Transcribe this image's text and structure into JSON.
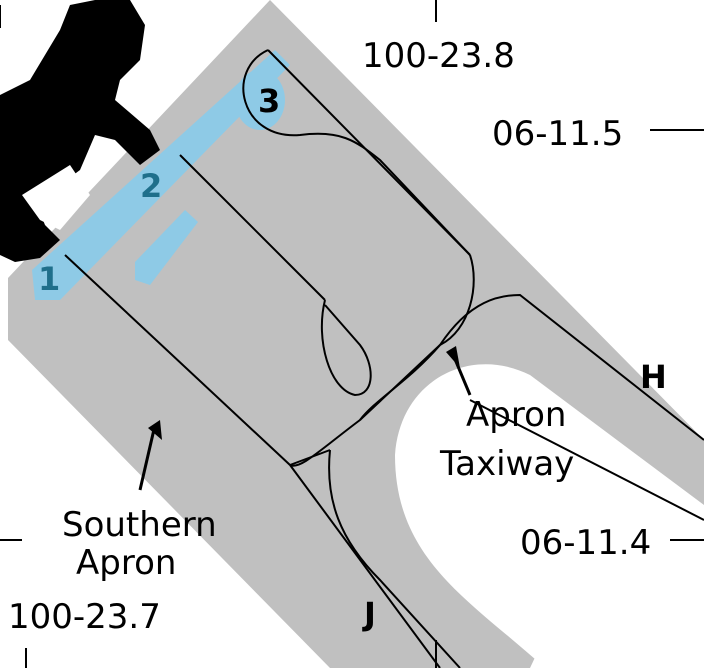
{
  "coordinates": {
    "lon_top": "100-23.8",
    "lat_upper": "06-11.5",
    "lat_lower": "06-11.4",
    "lon_bottom": "100-23.7"
  },
  "labels": {
    "southern_apron_line1": "Southern",
    "southern_apron_line2": "Apron",
    "apron_taxiway_line1": "Apron",
    "apron_taxiway_line2": "Taxiway"
  },
  "taxiways": {
    "h": "H",
    "j": "J"
  },
  "stands": [
    "1",
    "2",
    "3"
  ],
  "colors": {
    "pavement": "#c0c0c0",
    "building": "#000000",
    "gate_marking": "#8ecae6",
    "stand_number": "#1f6f8b",
    "line": "#000000",
    "background": "#ffffff"
  }
}
